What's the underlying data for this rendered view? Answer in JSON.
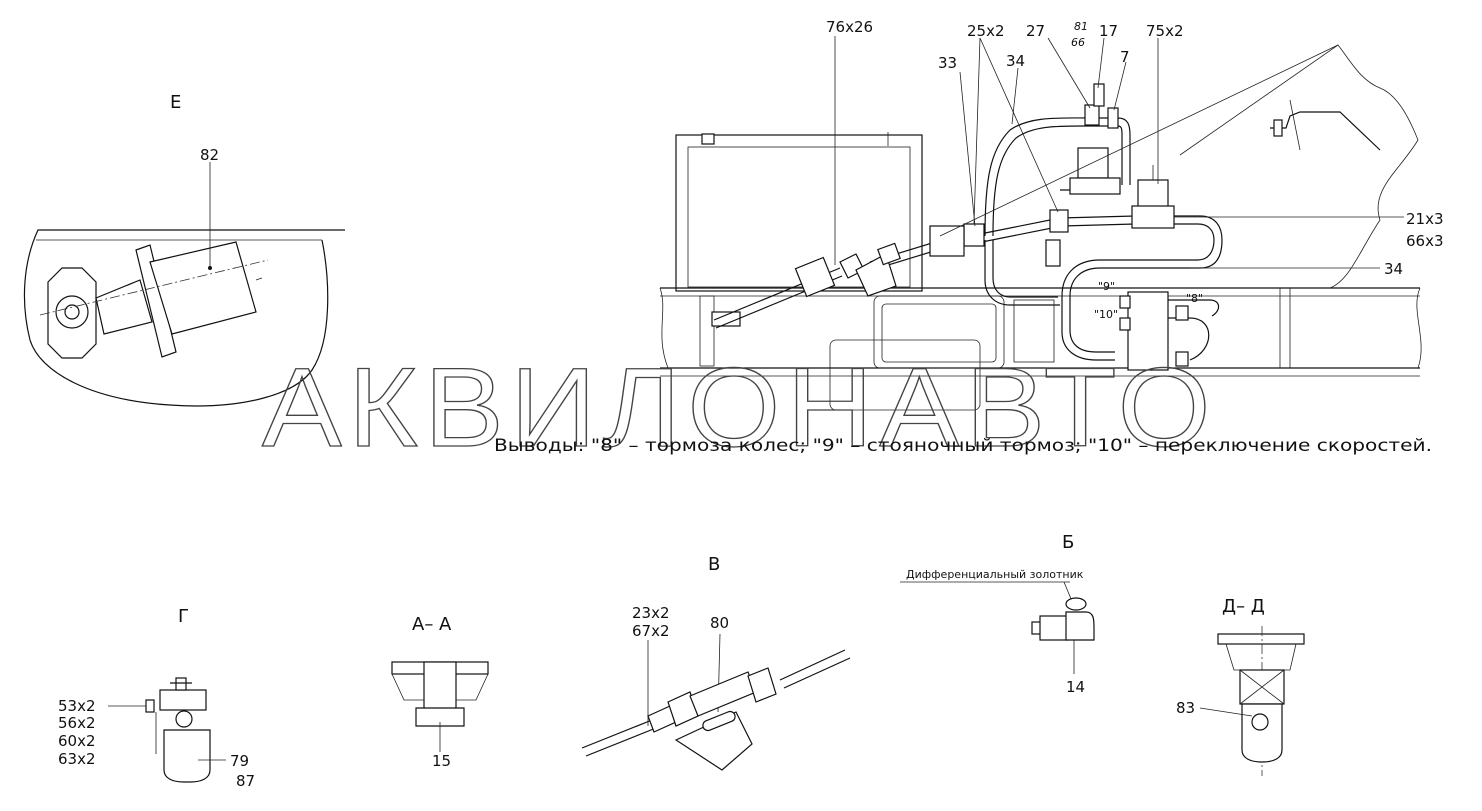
{
  "views": {
    "e": {
      "title": "Е",
      "part": "82"
    },
    "g": {
      "title": "Г",
      "parts": [
        "53x2",
        "56x2",
        "60x2",
        "63x2"
      ],
      "part_right_1": "79",
      "part_right_2": "87"
    },
    "aa": {
      "title": "А– А",
      "part": "15"
    },
    "v": {
      "title": "В",
      "part_a": "23x2",
      "part_b": "67x2",
      "part_c": "80"
    },
    "b": {
      "title": "Б",
      "caption": "Дифференциальный золотник",
      "part": "14"
    },
    "dd": {
      "title": "Д– Д",
      "part": "83"
    }
  },
  "main": {
    "callouts": {
      "c76x26": "76x26",
      "c25x2": "25x2",
      "c27": "27",
      "c81": "81",
      "c66": "66",
      "c17": "17",
      "c75x2": "75x2",
      "c33": "33",
      "c34_top": "34",
      "c7": "7",
      "c21x3": "21x3",
      "c66x3": "66x3",
      "c34_right": "34"
    },
    "ports": {
      "p9": "\"9\"",
      "p8": "\"8\"",
      "p10": "\"10\""
    },
    "note": "Выводы: \"8\" – тормоза колес; \"9\" – стояночный тормоз; \"10\" – переключение скоростей."
  },
  "watermark": "АКВИЛОНАВТО"
}
